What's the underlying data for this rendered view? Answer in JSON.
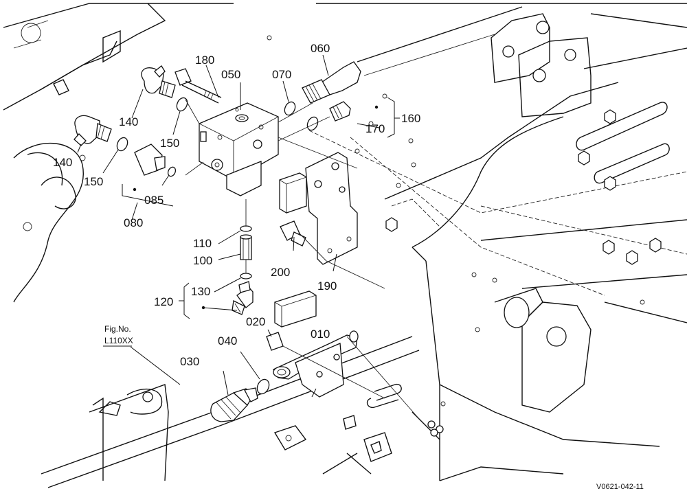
{
  "labels": {
    "p010": "010",
    "p020": "020",
    "p030": "030",
    "p040": "040",
    "p050": "050",
    "p060": "060",
    "p070": "070",
    "p080": "080",
    "p085": "085",
    "p100": "100",
    "p110": "110",
    "p120": "120",
    "p130": "130",
    "p140a": "140",
    "p140b": "140",
    "p150a": "150",
    "p150b": "150",
    "p160": "160",
    "p170": "170",
    "p180": "180",
    "p190": "190",
    "p200": "200"
  },
  "fig_ref": {
    "line1": "Fig.No.",
    "line2": "L110XX"
  },
  "drawing_code": "V0621-042-11"
}
